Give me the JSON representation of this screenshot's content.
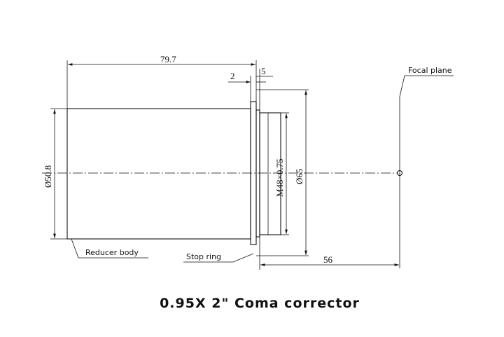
{
  "title": "0.95X 2\" Coma corrector",
  "labels": {
    "focal_plane": "Focal plane",
    "reducer_body": "Reducer body",
    "stop_ring": "Stop ring"
  },
  "dimensions": {
    "body_length": "79.7",
    "stop_ring_width": "2",
    "flange_width": "5",
    "body_diameter": "Ø50.8",
    "thread": "M48×0.75",
    "flange_diameter": "Ø65",
    "back_focus": "56"
  }
}
